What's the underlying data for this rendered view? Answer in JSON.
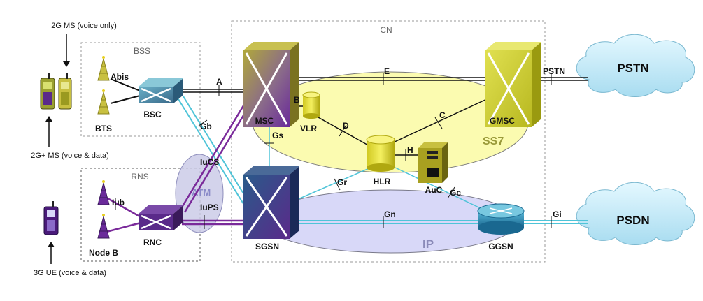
{
  "groups": {
    "cn": "CN",
    "bss": "BSS",
    "rns": "RNS",
    "ss7": "SS7",
    "ip": "IP",
    "atm": "ATM"
  },
  "clouds": {
    "pstn": "PSTN",
    "psdn": "PSDN"
  },
  "nodes": {
    "bts": "BTS",
    "bsc": "BSC",
    "msc": "MSC",
    "vlr": "VLR",
    "hlr": "HLR",
    "auc": "AuC",
    "gmsc": "GMSC",
    "sgsn": "SGSN",
    "ggsn": "GGSN",
    "rnc": "RNC",
    "nodeb": "Node B"
  },
  "terminals": {
    "ms2g": "2G MS (voice only)",
    "ms2gplus": "2G+ MS (voice & data)",
    "ue3g": "3G UE (voice & data)"
  },
  "interfaces": {
    "abis": "Abis",
    "a": "A",
    "b": "B",
    "c": "C",
    "d": "D",
    "e": "E",
    "h": "H",
    "gb": "Gb",
    "gs": "Gs",
    "gr": "Gr",
    "gc": "Gc",
    "gn": "Gn",
    "gi": "Gi",
    "iucs": "IuCS",
    "iups": "IuPS",
    "iub": "Iub",
    "pstn_if": "PSTN"
  },
  "colors": {
    "msc": "#8a8a2a",
    "gmsc": "#c8c832",
    "sgsn": "#2a4a78",
    "rnc": "#5a2a8a",
    "ss7_fill": "#fbfbb0",
    "ip_fill": "#d8d8f8",
    "cloud": "#c9eefa",
    "cs_link": "#111111",
    "ps_link": "#4fc4d8",
    "iu_link": "#7a2a9a"
  }
}
